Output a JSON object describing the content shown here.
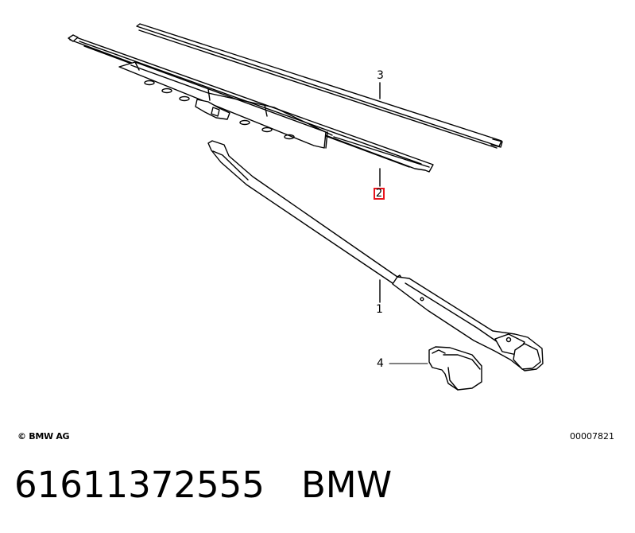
{
  "callouts": {
    "arm": "1",
    "blade": "2",
    "refill": "3",
    "cap": "4"
  },
  "highlight_color": "#e8141c",
  "footer": {
    "copyright": "© BMW AG",
    "drawing_number": "00007821"
  },
  "part": {
    "number": "61611372555",
    "brand": "BMW"
  }
}
